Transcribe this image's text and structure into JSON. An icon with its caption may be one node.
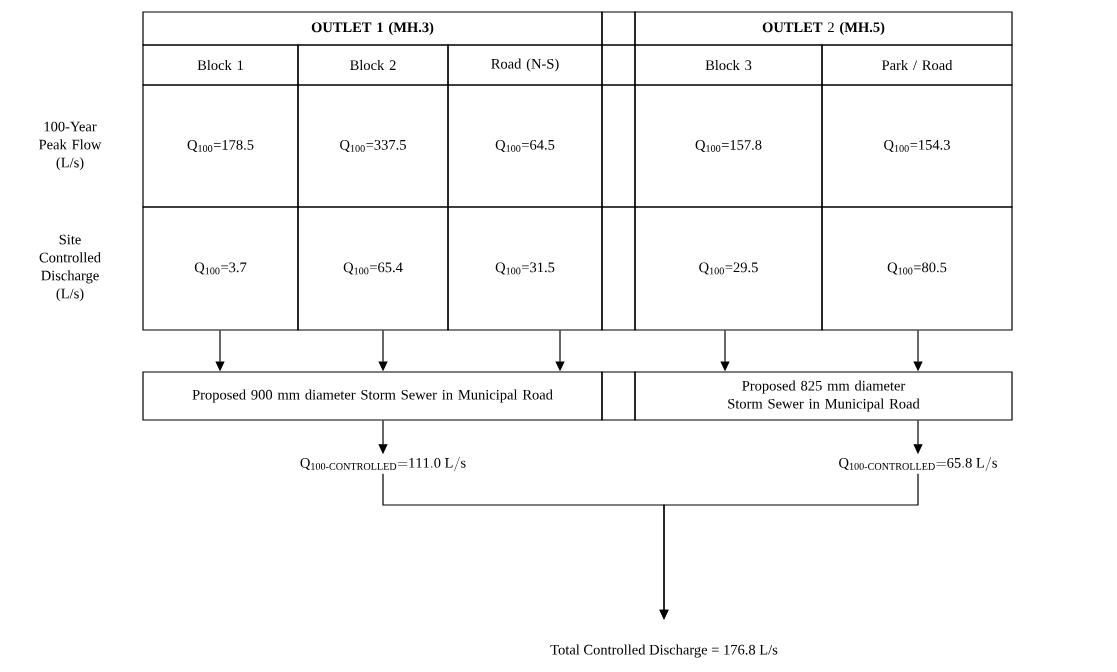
{
  "diagram": {
    "nodes": [
      {
        "text": [
          "OUTLET 1 (MH.3)"
        ]
      },
      {
        "text": [],
        "shape": "box"
      },
      {
        "text": [
          "**OUTLET** 2 **(MH.5)**"
        ]
      },
      {
        "text": [
          "Block 1"
        ]
      },
      {
        "text": [
          "Block 2"
        ]
      },
      {
        "text": [
          "Road (N-S)"
        ]
      },
      {
        "text": [],
        "shape": "box"
      },
      {
        "text": [
          "Block 3"
        ]
      },
      {
        "text": [
          "Park / Road"
        ]
      },
      {
        "text": [
          "Q$_{100}$=178.5"
        ]
      },
      {
        "text": [
          "Q$_{100}$=337.5"
        ]
      },
      {
        "text": [
          "Q$_{100}$=64.5"
        ]
      },
      {
        "text": [],
        "shape": "box"
      },
      {
        "text": [
          "Q$_{100}$=157.8"
        ]
      },
      {
        "text": [
          "Q$_{100}$=154.3"
        ]
      },
      {
        "text": [
          "Q$_{100}$=3.7"
        ]
      },
      {
        "text": [
          "Q$_{100}$=65.4"
        ]
      },
      {
        "text": [
          "Q$_{100}$=31.5"
        ]
      },
      {
        "text": [],
        "shape": "box"
      },
      {
        "text": [
          "Q$_{100}$=29.5"
        ]
      },
      {
        "text": [
          "Q$_{100}$=80.5"
        ]
      },
      {
        "text": [
          "Proposed 900 mm diameter Storm Sewer in Municipal Road"
        ]
      },
      {
        "text": [],
        "shape": "box"
      },
      {
        "text": [
          "Proposed 825 mm diameter Storm Sewer in Municipal Road"
        ]
      },
      {
        "text": [
          "\\mathrm{Q_{100\\text{-}CONTROLLED}{=}111.0\\ L/s}"
        ]
      },
      {
        "text": [
          "\\mathrm{Q_{100\\text{-}CONTROLLED}{=}65.8\\ L/s}"
        ]
      },
      {
        "text": [
          "Total Controlled Discharge = 176.8 L/s"
        ]
      }
    ],
    "edges": [
      {
        "from": 15,
        "to": 21,
        "arrow": "to"
      },
      {
        "from": 16,
        "to": 21,
        "arrow": "to"
      },
      {
        "from": 17,
        "to": 21,
        "arrow": "to"
      },
      {
        "from": 19,
        "to": 23,
        "arrow": "to"
      },
      {
        "from": 20,
        "to": 23,
        "arrow": "to"
      },
      {
        "from": 21,
        "to": 24,
        "arrow": "to"
      },
      {
        "from": 23,
        "to": 25,
        "arrow": "to"
      },
      {
        "from": 24,
        "to": 26,
        "arrow": "to"
      },
      {
        "from": 25,
        "to": 26,
        "arrow": "to"
      }
    ],
    "labels": [
      "100-Year Peak Flow (L/s)",
      "Site Controlled Discharge (L/s)"
    ]
  }
}
